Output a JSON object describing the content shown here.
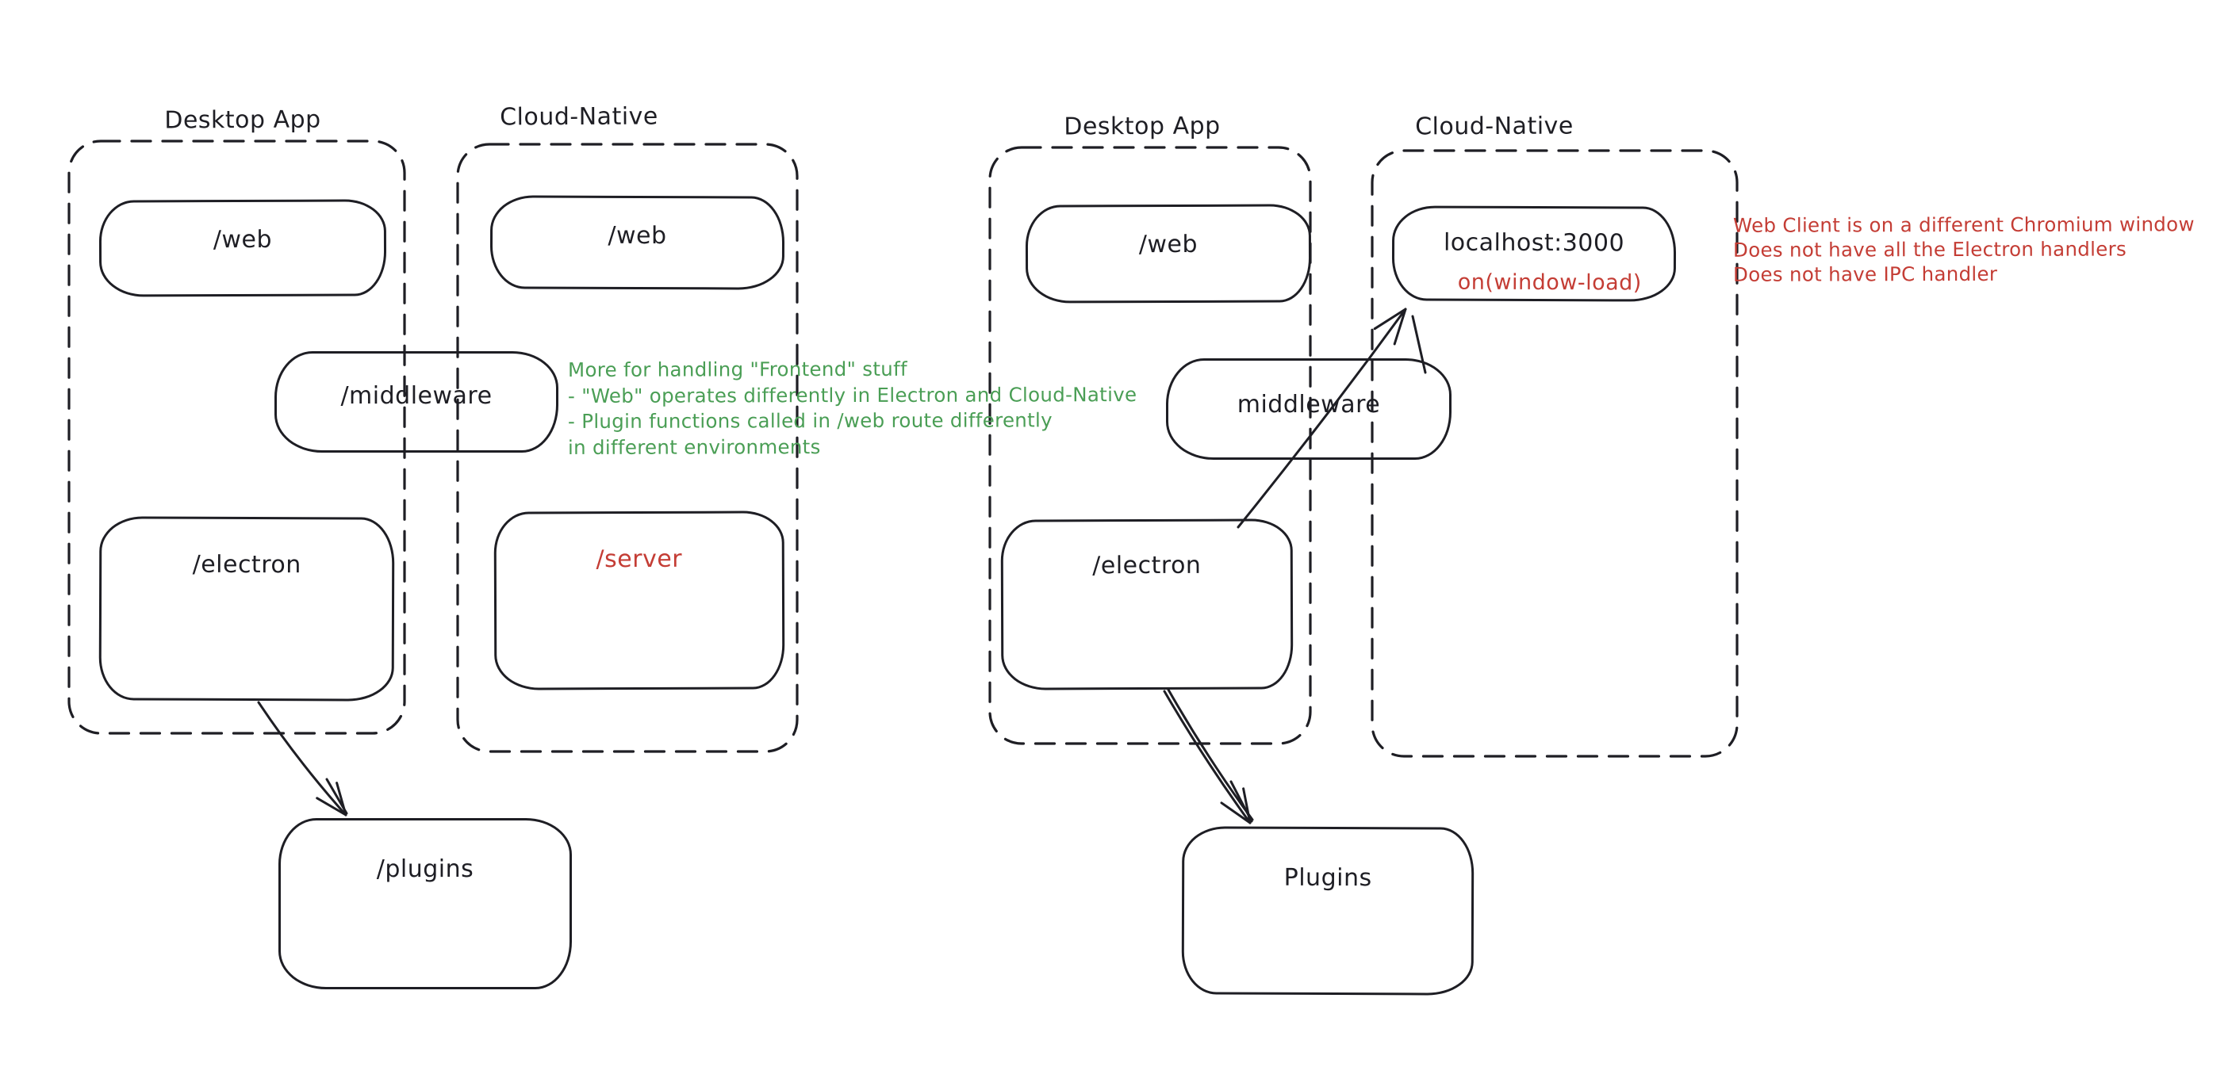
{
  "diagram": {
    "left": {
      "desktop_label": "Desktop App",
      "cloud_label": "Cloud-Native",
      "web_desktop": "/web",
      "web_cloud": "/web",
      "middleware": "/middleware",
      "electron": "/electron",
      "server": "/server",
      "plugins": "/plugins"
    },
    "right": {
      "desktop_label": "Desktop App",
      "cloud_label": "Cloud-Native",
      "web": "/web",
      "localhost": "localhost:3000",
      "localhost_event": "on(window-load)",
      "middleware": "middleware",
      "electron": "/electron",
      "plugins": "Plugins"
    },
    "notes": {
      "green": {
        "color": "#4a9e55",
        "lines": [
          "More for handling \"Frontend\" stuff",
          "- \"Web\" operates differently in Electron and Cloud-Native",
          "- Plugin functions called in /web route differently",
          "in different environments"
        ]
      },
      "red": {
        "color": "#c43d35",
        "lines": [
          "Web Client is on a different Chromium window",
          "Does not have all the Electron handlers",
          "Does not have IPC handler"
        ]
      }
    },
    "colors": {
      "ink": "#1e1e24",
      "background": "#ffffff",
      "accent_green": "#4a9e55",
      "accent_red": "#c43d35"
    }
  }
}
